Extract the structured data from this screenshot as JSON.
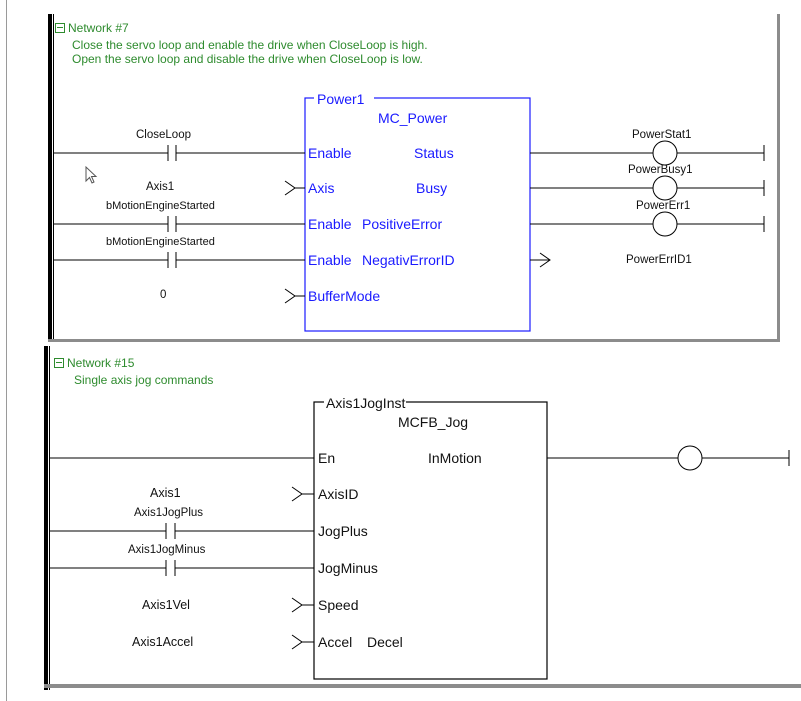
{
  "network1": {
    "title": "Network #7",
    "comment_line1": "Close the servo loop and enable the drive when CloseLoop is high.",
    "comment_line2": "Open the servo loop and disable the drive when CloseLoop is low.",
    "instance_name": "Power1",
    "block_type": "MC_Power",
    "inputs": {
      "in1": "Enable",
      "in2": "Axis",
      "in3": "Enable",
      "in4": "Enable",
      "in5": "BufferMode"
    },
    "outputs": {
      "out1": "Status",
      "out2": "Busy",
      "out3": "PositiveError",
      "out4": "NegativErrorID"
    },
    "input_vars": {
      "contact1": "CloseLoop",
      "axis": "Axis1",
      "contact2": "bMotionEngineStarted",
      "contact3": "bMotionEngineStarted",
      "buffer_value": "0"
    },
    "output_vars": {
      "coil1": "PowerStat1",
      "coil2": "PowerBusy1",
      "coil3": "PowerErr1",
      "errorid": "PowerErrID1"
    }
  },
  "network2": {
    "title": "Network #15",
    "comment_line1": "Single axis jog commands",
    "instance_name": "Axis1JogInst",
    "block_type": "MCFB_Jog",
    "inputs": {
      "in1": "En",
      "in2": "AxisID",
      "in3": "JogPlus",
      "in4": "JogMinus",
      "in5": "Speed",
      "in6": "Accel",
      "in6b": "Decel"
    },
    "outputs": {
      "out1": "InMotion"
    },
    "input_vars": {
      "axis": "Axis1",
      "contact1": "Axis1JogPlus",
      "contact2": "Axis1JogMinus",
      "speed": "Axis1Vel",
      "accel": "Axis1Accel"
    }
  },
  "colors": {
    "comment_green": "#2e8b2e",
    "block_blue": "#1a1aff",
    "rung_black": "#000000"
  }
}
